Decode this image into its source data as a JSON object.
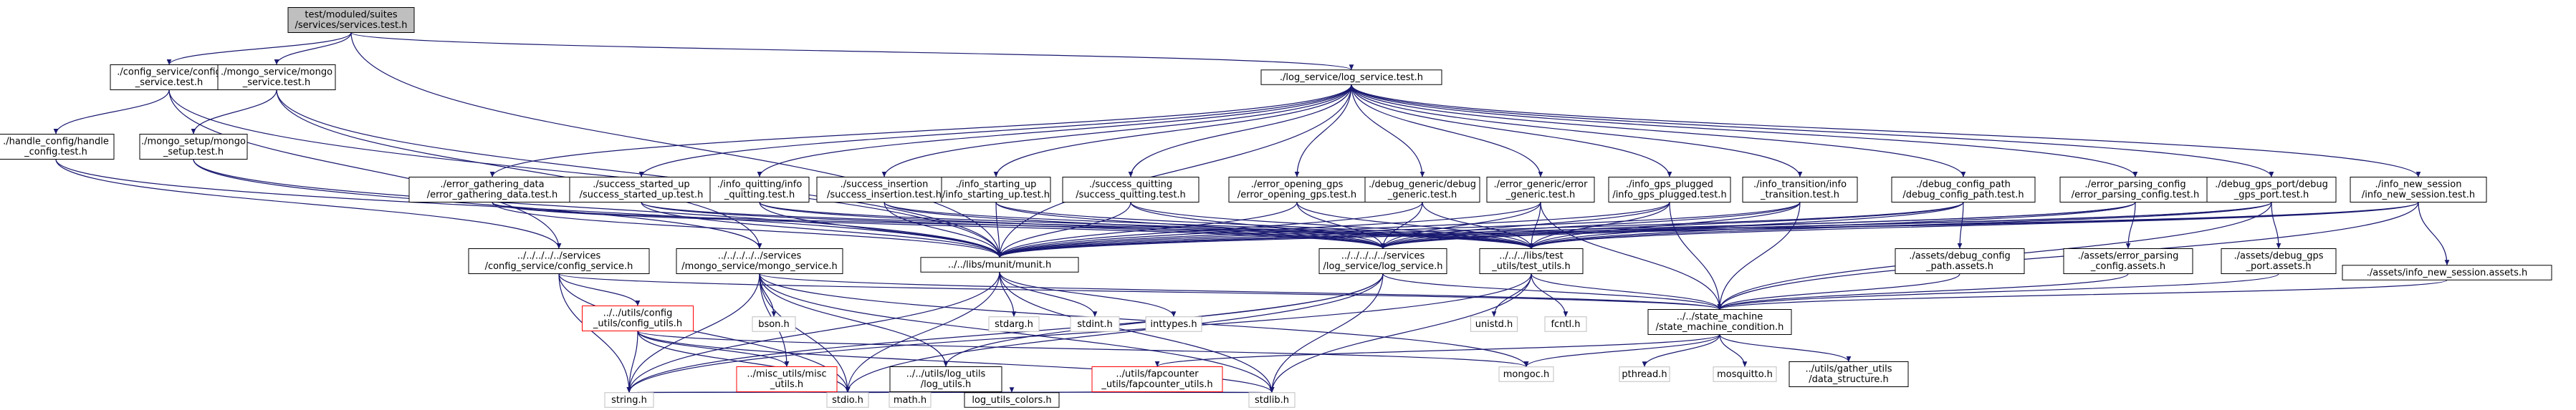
{
  "colors": {
    "edge": "#191970",
    "root_fill": "#bfbfbf",
    "node_border": "#000000",
    "missing_file_border": "#bfbfbf",
    "cycle_border": "#ff0000",
    "background": "#ffffff"
  },
  "nodes": [
    {
      "id": "root",
      "lines": [
        "test/moduled/suites",
        "/services/services.test.h"
      ],
      "style": "root"
    },
    {
      "id": "config_service_test",
      "lines": [
        "./config_service/config",
        "_service.test.h"
      ],
      "style": "normal"
    },
    {
      "id": "mongo_service_test",
      "lines": [
        "./mongo_service/mongo",
        "_service.test.h"
      ],
      "style": "normal"
    },
    {
      "id": "log_service_test",
      "lines": [
        "./log_service/log_service.test.h"
      ],
      "style": "normal"
    },
    {
      "id": "handle_config_test",
      "lines": [
        "./handle_config/handle",
        "_config.test.h"
      ],
      "style": "normal"
    },
    {
      "id": "mongo_setup_test",
      "lines": [
        "./mongo_setup/mongo",
        "_setup.test.h"
      ],
      "style": "normal"
    },
    {
      "id": "error_gathering_data_test",
      "lines": [
        "./error_gathering_data",
        "/error_gathering_data.test.h"
      ],
      "style": "normal"
    },
    {
      "id": "success_started_up_test",
      "lines": [
        "./success_started_up",
        "/success_started_up.test.h"
      ],
      "style": "normal"
    },
    {
      "id": "info_quitting_test",
      "lines": [
        "./info_quitting/info",
        "_quitting.test.h"
      ],
      "style": "normal"
    },
    {
      "id": "success_insertion_test",
      "lines": [
        "./success_insertion",
        "/success_insertion.test.h"
      ],
      "style": "normal"
    },
    {
      "id": "info_starting_up_test",
      "lines": [
        "./info_starting_up",
        "/info_starting_up.test.h"
      ],
      "style": "normal"
    },
    {
      "id": "success_quitting_test",
      "lines": [
        "./success_quitting",
        "/success_quitting.test.h"
      ],
      "style": "normal"
    },
    {
      "id": "error_opening_gps_test",
      "lines": [
        "./error_opening_gps",
        "/error_opening_gps.test.h"
      ],
      "style": "normal"
    },
    {
      "id": "debug_generic_test",
      "lines": [
        "./debug_generic/debug",
        "_generic.test.h"
      ],
      "style": "normal"
    },
    {
      "id": "error_generic_test",
      "lines": [
        "./error_generic/error",
        "_generic.test.h"
      ],
      "style": "normal"
    },
    {
      "id": "info_gps_plugged_test",
      "lines": [
        "./info_gps_plugged",
        "/info_gps_plugged.test.h"
      ],
      "style": "normal"
    },
    {
      "id": "info_transition_test",
      "lines": [
        "./info_transition/info",
        "_transition.test.h"
      ],
      "style": "normal"
    },
    {
      "id": "debug_config_path_test",
      "lines": [
        "./debug_config_path",
        "/debug_config_path.test.h"
      ],
      "style": "normal"
    },
    {
      "id": "error_parsing_config_test",
      "lines": [
        "./error_parsing_config",
        "/error_parsing_config.test.h"
      ],
      "style": "normal"
    },
    {
      "id": "debug_gps_port_test",
      "lines": [
        "./debug_gps_port/debug",
        "_gps_port.test.h"
      ],
      "style": "normal"
    },
    {
      "id": "info_new_session_test",
      "lines": [
        "./info_new_session",
        "/info_new_session.test.h"
      ],
      "style": "normal"
    },
    {
      "id": "config_service_h",
      "lines": [
        "../../../../../services",
        "/config_service/config_service.h"
      ],
      "style": "normal"
    },
    {
      "id": "mongo_service_h",
      "lines": [
        "../../../../../services",
        "/mongo_service/mongo_service.h"
      ],
      "style": "normal"
    },
    {
      "id": "munit_h",
      "lines": [
        "../../libs/munit/munit.h"
      ],
      "style": "normal"
    },
    {
      "id": "log_service_h",
      "lines": [
        "../../../../../services",
        "/log_service/log_service.h"
      ],
      "style": "normal"
    },
    {
      "id": "test_utils_h",
      "lines": [
        "../../../libs/test",
        "_utils/test_utils.h"
      ],
      "style": "normal"
    },
    {
      "id": "debug_config_path_assets",
      "lines": [
        "./assets/debug_config",
        "_path.assets.h"
      ],
      "style": "normal"
    },
    {
      "id": "error_parsing_config_assets",
      "lines": [
        "./assets/error_parsing",
        "_config.assets.h"
      ],
      "style": "normal"
    },
    {
      "id": "debug_gps_port_assets",
      "lines": [
        "./assets/debug_gps",
        "_port.assets.h"
      ],
      "style": "normal"
    },
    {
      "id": "info_new_session_assets",
      "lines": [
        "./assets/info_new_session.assets.h"
      ],
      "style": "normal"
    },
    {
      "id": "config_utils_h",
      "lines": [
        "../../utils/config",
        "_utils/config_utils.h"
      ],
      "style": "cycle"
    },
    {
      "id": "bson_h",
      "lines": [
        "bson.h"
      ],
      "style": "missing"
    },
    {
      "id": "stdarg_h",
      "lines": [
        "stdarg.h"
      ],
      "style": "missing"
    },
    {
      "id": "stdint_h",
      "lines": [
        "stdint.h"
      ],
      "style": "missing"
    },
    {
      "id": "inttypes_h",
      "lines": [
        "inttypes.h"
      ],
      "style": "missing"
    },
    {
      "id": "unistd_h",
      "lines": [
        "unistd.h"
      ],
      "style": "missing"
    },
    {
      "id": "fcntl_h",
      "lines": [
        "fcntl.h"
      ],
      "style": "missing"
    },
    {
      "id": "state_machine_h",
      "lines": [
        "../../state_machine",
        "/state_machine_condition.h"
      ],
      "style": "normal"
    },
    {
      "id": "misc_utils_h",
      "lines": [
        "../misc_utils/misc",
        "_utils.h"
      ],
      "style": "cycle"
    },
    {
      "id": "log_utils_h",
      "lines": [
        "../../utils/log_utils",
        "/log_utils.h"
      ],
      "style": "normal"
    },
    {
      "id": "fapcounter_utils_h",
      "lines": [
        "../utils/fapcounter",
        "_utils/fapcounter_utils.h"
      ],
      "style": "cycle"
    },
    {
      "id": "mongoc_h",
      "lines": [
        "mongoc.h"
      ],
      "style": "missing"
    },
    {
      "id": "pthread_h",
      "lines": [
        "pthread.h"
      ],
      "style": "missing"
    },
    {
      "id": "mosquitto_h",
      "lines": [
        "mosquitto.h"
      ],
      "style": "missing"
    },
    {
      "id": "gather_utils_h",
      "lines": [
        "../utils/gather_utils",
        "/data_structure.h"
      ],
      "style": "normal"
    },
    {
      "id": "string_h",
      "lines": [
        "string.h"
      ],
      "style": "missing"
    },
    {
      "id": "stdio_h",
      "lines": [
        "stdio.h"
      ],
      "style": "missing"
    },
    {
      "id": "math_h",
      "lines": [
        "math.h"
      ],
      "style": "missing"
    },
    {
      "id": "log_utils_colors_h",
      "lines": [
        "log_utils_colors.h"
      ],
      "style": "normal"
    },
    {
      "id": "stdlib_h",
      "lines": [
        "stdlib.h"
      ],
      "style": "missing"
    }
  ],
  "edges": [
    [
      "root",
      "config_service_test"
    ],
    [
      "root",
      "mongo_service_test"
    ],
    [
      "root",
      "log_service_test"
    ],
    [
      "root",
      "munit_h"
    ],
    [
      "config_service_test",
      "handle_config_test"
    ],
    [
      "config_service_test",
      "config_service_h"
    ],
    [
      "config_service_test",
      "munit_h"
    ],
    [
      "mongo_service_test",
      "mongo_setup_test"
    ],
    [
      "mongo_service_test",
      "mongo_service_h"
    ],
    [
      "mongo_service_test",
      "munit_h"
    ],
    [
      "handle_config_test",
      "config_service_h"
    ],
    [
      "handle_config_test",
      "munit_h"
    ],
    [
      "mongo_setup_test",
      "mongo_service_h"
    ],
    [
      "mongo_setup_test",
      "munit_h"
    ],
    [
      "log_service_test",
      "error_gathering_data_test"
    ],
    [
      "log_service_test",
      "success_started_up_test"
    ],
    [
      "log_service_test",
      "info_quitting_test"
    ],
    [
      "log_service_test",
      "success_insertion_test"
    ],
    [
      "log_service_test",
      "info_starting_up_test"
    ],
    [
      "log_service_test",
      "success_quitting_test"
    ],
    [
      "log_service_test",
      "error_opening_gps_test"
    ],
    [
      "log_service_test",
      "debug_generic_test"
    ],
    [
      "log_service_test",
      "error_generic_test"
    ],
    [
      "log_service_test",
      "info_gps_plugged_test"
    ],
    [
      "log_service_test",
      "info_transition_test"
    ],
    [
      "log_service_test",
      "debug_config_path_test"
    ],
    [
      "log_service_test",
      "error_parsing_config_test"
    ],
    [
      "log_service_test",
      "debug_gps_port_test"
    ],
    [
      "log_service_test",
      "info_new_session_test"
    ],
    [
      "log_service_test",
      "munit_h"
    ],
    [
      "error_gathering_data_test",
      "munit_h"
    ],
    [
      "error_gathering_data_test",
      "log_service_h"
    ],
    [
      "error_gathering_data_test",
      "test_utils_h"
    ],
    [
      "success_started_up_test",
      "munit_h"
    ],
    [
      "success_started_up_test",
      "log_service_h"
    ],
    [
      "success_started_up_test",
      "test_utils_h"
    ],
    [
      "info_quitting_test",
      "munit_h"
    ],
    [
      "info_quitting_test",
      "log_service_h"
    ],
    [
      "info_quitting_test",
      "test_utils_h"
    ],
    [
      "success_insertion_test",
      "munit_h"
    ],
    [
      "success_insertion_test",
      "log_service_h"
    ],
    [
      "success_insertion_test",
      "test_utils_h"
    ],
    [
      "info_starting_up_test",
      "munit_h"
    ],
    [
      "info_starting_up_test",
      "log_service_h"
    ],
    [
      "info_starting_up_test",
      "test_utils_h"
    ],
    [
      "success_quitting_test",
      "munit_h"
    ],
    [
      "success_quitting_test",
      "log_service_h"
    ],
    [
      "success_quitting_test",
      "test_utils_h"
    ],
    [
      "error_opening_gps_test",
      "munit_h"
    ],
    [
      "error_opening_gps_test",
      "log_service_h"
    ],
    [
      "error_opening_gps_test",
      "test_utils_h"
    ],
    [
      "debug_generic_test",
      "munit_h"
    ],
    [
      "debug_generic_test",
      "log_service_h"
    ],
    [
      "debug_generic_test",
      "test_utils_h"
    ],
    [
      "error_generic_test",
      "munit_h"
    ],
    [
      "error_generic_test",
      "log_service_h"
    ],
    [
      "error_generic_test",
      "test_utils_h"
    ],
    [
      "error_generic_test",
      "state_machine_h"
    ],
    [
      "info_gps_plugged_test",
      "munit_h"
    ],
    [
      "info_gps_plugged_test",
      "log_service_h"
    ],
    [
      "info_gps_plugged_test",
      "test_utils_h"
    ],
    [
      "info_gps_plugged_test",
      "state_machine_h"
    ],
    [
      "info_transition_test",
      "munit_h"
    ],
    [
      "info_transition_test",
      "log_service_h"
    ],
    [
      "info_transition_test",
      "test_utils_h"
    ],
    [
      "info_transition_test",
      "state_machine_h"
    ],
    [
      "debug_config_path_test",
      "munit_h"
    ],
    [
      "debug_config_path_test",
      "log_service_h"
    ],
    [
      "debug_config_path_test",
      "test_utils_h"
    ],
    [
      "debug_config_path_test",
      "debug_config_path_assets"
    ],
    [
      "error_parsing_config_test",
      "munit_h"
    ],
    [
      "error_parsing_config_test",
      "log_service_h"
    ],
    [
      "error_parsing_config_test",
      "test_utils_h"
    ],
    [
      "error_parsing_config_test",
      "error_parsing_config_assets"
    ],
    [
      "debug_gps_port_test",
      "munit_h"
    ],
    [
      "debug_gps_port_test",
      "log_service_h"
    ],
    [
      "debug_gps_port_test",
      "test_utils_h"
    ],
    [
      "debug_gps_port_test",
      "debug_gps_port_assets"
    ],
    [
      "debug_gps_port_test",
      "state_machine_h"
    ],
    [
      "info_new_session_test",
      "munit_h"
    ],
    [
      "info_new_session_test",
      "log_service_h"
    ],
    [
      "info_new_session_test",
      "test_utils_h"
    ],
    [
      "info_new_session_test",
      "info_new_session_assets"
    ],
    [
      "info_new_session_test",
      "state_machine_h"
    ],
    [
      "debug_config_path_assets",
      "state_machine_h"
    ],
    [
      "error_parsing_config_assets",
      "state_machine_h"
    ],
    [
      "debug_gps_port_assets",
      "state_machine_h"
    ],
    [
      "info_new_session_assets",
      "state_machine_h"
    ],
    [
      "config_service_h",
      "config_utils_h"
    ],
    [
      "config_service_h",
      "state_machine_h"
    ],
    [
      "config_service_h",
      "string_h"
    ],
    [
      "config_service_h",
      "stdio_h"
    ],
    [
      "mongo_service_h",
      "bson_h"
    ],
    [
      "mongo_service_h",
      "misc_utils_h"
    ],
    [
      "mongo_service_h",
      "log_utils_h"
    ],
    [
      "mongo_service_h",
      "state_machine_h"
    ],
    [
      "mongo_service_h",
      "stdio_h"
    ],
    [
      "mongo_service_h",
      "stdlib_h"
    ],
    [
      "mongo_service_h",
      "mongoc_h"
    ],
    [
      "mongo_service_h",
      "string_h"
    ],
    [
      "munit_h",
      "stdarg_h"
    ],
    [
      "munit_h",
      "stdint_h"
    ],
    [
      "munit_h",
      "inttypes_h"
    ],
    [
      "munit_h",
      "stdlib_h"
    ],
    [
      "munit_h",
      "string_h"
    ],
    [
      "munit_h",
      "stdio_h"
    ],
    [
      "log_service_h",
      "log_utils_h"
    ],
    [
      "log_service_h",
      "stdio_h"
    ],
    [
      "log_service_h",
      "stdlib_h"
    ],
    [
      "log_service_h",
      "state_machine_h"
    ],
    [
      "log_service_h",
      "string_h"
    ],
    [
      "test_utils_h",
      "unistd_h"
    ],
    [
      "test_utils_h",
      "fcntl_h"
    ],
    [
      "test_utils_h",
      "string_h"
    ],
    [
      "test_utils_h",
      "stdlib_h"
    ],
    [
      "test_utils_h",
      "state_machine_h"
    ],
    [
      "config_utils_h",
      "misc_utils_h"
    ],
    [
      "config_utils_h",
      "string_h"
    ],
    [
      "config_utils_h",
      "stdio_h"
    ],
    [
      "config_utils_h",
      "stdlib_h"
    ],
    [
      "config_utils_h",
      "mongoc_h"
    ],
    [
      "misc_utils_h",
      "string_h"
    ],
    [
      "misc_utils_h",
      "stdio_h"
    ],
    [
      "misc_utils_h",
      "stdlib_h"
    ],
    [
      "log_utils_h",
      "log_utils_colors_h"
    ],
    [
      "log_utils_h",
      "stdio_h"
    ],
    [
      "log_utils_h",
      "string_h"
    ],
    [
      "state_machine_h",
      "mongoc_h"
    ],
    [
      "state_machine_h",
      "pthread_h"
    ],
    [
      "state_machine_h",
      "mosquitto_h"
    ],
    [
      "state_machine_h",
      "gather_utils_h"
    ],
    [
      "state_machine_h",
      "fapcounter_utils_h"
    ],
    [
      "fapcounter_utils_h",
      "math_h"
    ],
    [
      "fapcounter_utils_h",
      "stdio_h"
    ],
    [
      "fapcounter_utils_h",
      "stdlib_h"
    ]
  ]
}
